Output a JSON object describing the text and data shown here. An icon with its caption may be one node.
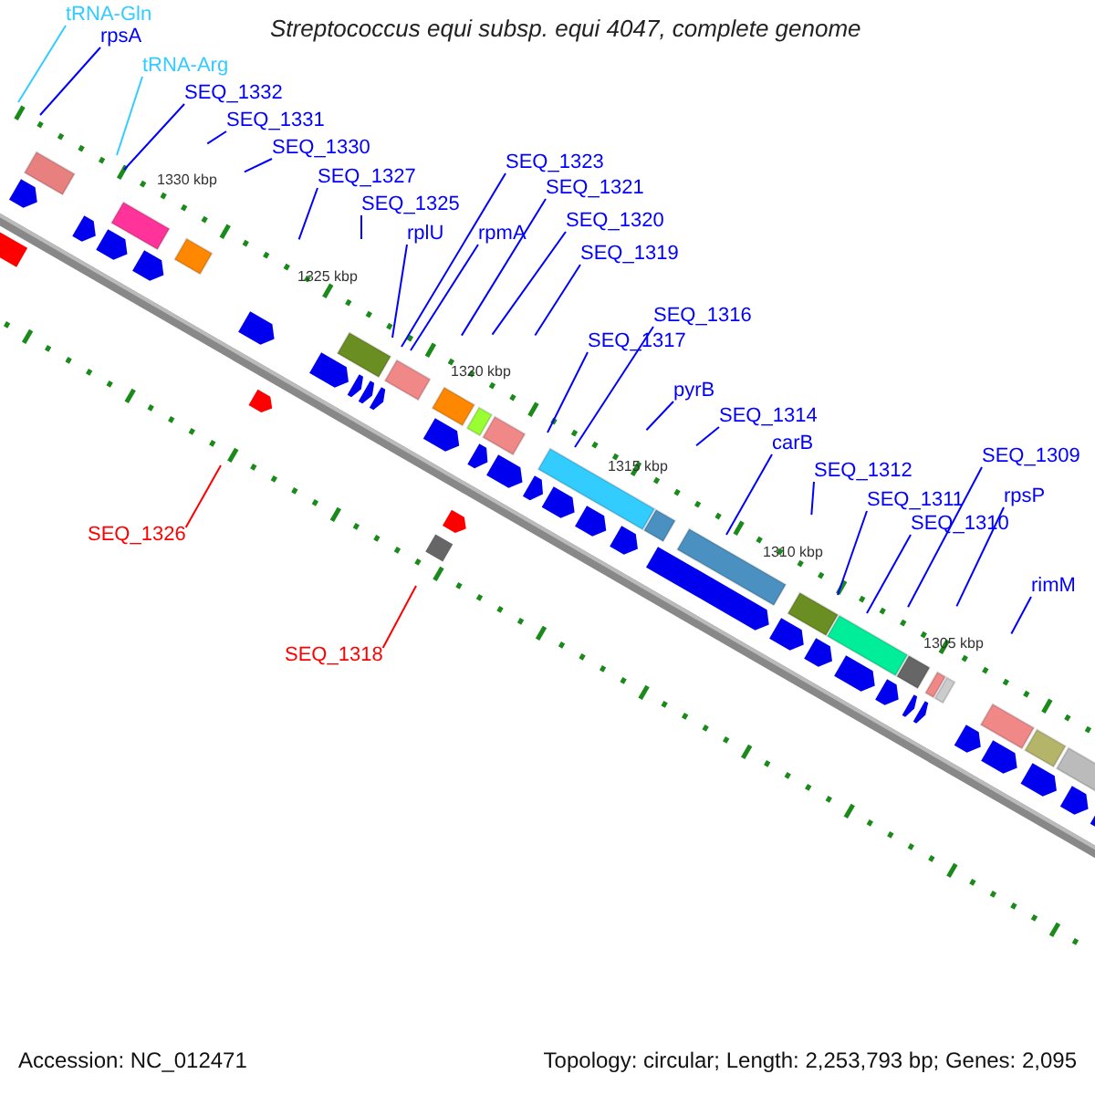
{
  "diagram": {
    "title": "Streptococcus equi subsp. equi 4047, complete genome",
    "nodes": [
      {
        "text": [
          "tRNA-Gln"
        ]
      },
      {
        "text": [
          "rpsA"
        ]
      },
      {
        "text": [
          "tRNA-Arg"
        ]
      },
      {
        "text": [
          "SEQ_1332"
        ]
      },
      {
        "text": [
          "SEQ_1331"
        ]
      },
      {
        "text": [
          "SEQ_1330"
        ]
      },
      {
        "text": [
          "SEQ_1327"
        ]
      },
      {
        "text": [
          "SEQ_1326"
        ]
      },
      {
        "text": [
          "SEQ_1325"
        ]
      },
      {
        "text": [
          "rplU"
        ]
      },
      {
        "text": [
          "SEQ_1323"
        ]
      },
      {
        "text": [
          "rpmA"
        ]
      },
      {
        "text": [
          "SEQ_1321"
        ]
      },
      {
        "text": [
          "SEQ_1320"
        ]
      },
      {
        "text": [
          "SEQ_1319"
        ]
      },
      {
        "text": [
          "SEQ_1318"
        ]
      },
      {
        "text": [
          "SEQ_1316"
        ]
      },
      {
        "text": [
          "SEQ_1317"
        ]
      },
      {
        "text": [
          "pyrB"
        ]
      },
      {
        "text": [
          "SEQ_1314"
        ]
      },
      {
        "text": [
          "carB"
        ]
      },
      {
        "text": [
          "SEQ_1312"
        ]
      },
      {
        "text": [
          "SEQ_1311"
        ]
      },
      {
        "text": [
          "SEQ_1310"
        ]
      },
      {
        "text": [
          "SEQ_1309"
        ]
      },
      {
        "text": [
          "rpsP"
        ]
      },
      {
        "text": [
          "rimM"
        ]
      }
    ],
    "edges": [
      {
        "from": 0,
        "to": null,
        "arrow": "none",
        "color": "#33ccff"
      },
      {
        "from": 1,
        "to": null,
        "arrow": "none"
      },
      {
        "from": 2,
        "to": null,
        "arrow": "none",
        "color": "#33ccff"
      },
      {
        "from": 3,
        "to": null,
        "arrow": "none"
      },
      {
        "from": 4,
        "to": null,
        "arrow": "none"
      },
      {
        "from": 5,
        "to": null,
        "arrow": "none"
      },
      {
        "from": 6,
        "to": null,
        "arrow": "none"
      },
      {
        "from": 7,
        "to": null,
        "arrow": "none",
        "color": "#ff0000"
      },
      {
        "from": 8,
        "to": null,
        "arrow": "none"
      },
      {
        "from": 9,
        "to": null,
        "arrow": "none"
      },
      {
        "from": 10,
        "to": null,
        "arrow": "none"
      },
      {
        "from": 11,
        "to": null,
        "arrow": "none"
      },
      {
        "from": 12,
        "to": null,
        "arrow": "none"
      },
      {
        "from": 13,
        "to": null,
        "arrow": "none"
      },
      {
        "from": 14,
        "to": null,
        "arrow": "none"
      },
      {
        "from": 15,
        "to": null,
        "arrow": "none",
        "color": "#ff0000"
      },
      {
        "from": 16,
        "to": null,
        "arrow": "none"
      },
      {
        "from": 17,
        "to": null,
        "arrow": "none"
      },
      {
        "from": 18,
        "to": null,
        "arrow": "none"
      },
      {
        "from": 19,
        "to": null,
        "arrow": "none"
      },
      {
        "from": 20,
        "to": null,
        "arrow": "none"
      },
      {
        "from": 21,
        "to": null,
        "arrow": "none"
      },
      {
        "from": 22,
        "to": null,
        "arrow": "none"
      },
      {
        "from": 23,
        "to": null,
        "arrow": "none"
      },
      {
        "from": 24,
        "to": null,
        "arrow": "none"
      },
      {
        "from": 25,
        "to": null,
        "arrow": "none"
      },
      {
        "from": 26,
        "to": null,
        "arrow": "none"
      }
    ],
    "labels": [
      "1330 kbp",
      "1325 kbp",
      "1320 kbp",
      "1315 kbp",
      "1310 kbp",
      "1305 kbp",
      "Accession: NC_012471",
      "Topology: circular; Length: 2,253,793 bp; Genes: 2,095"
    ]
  }
}
